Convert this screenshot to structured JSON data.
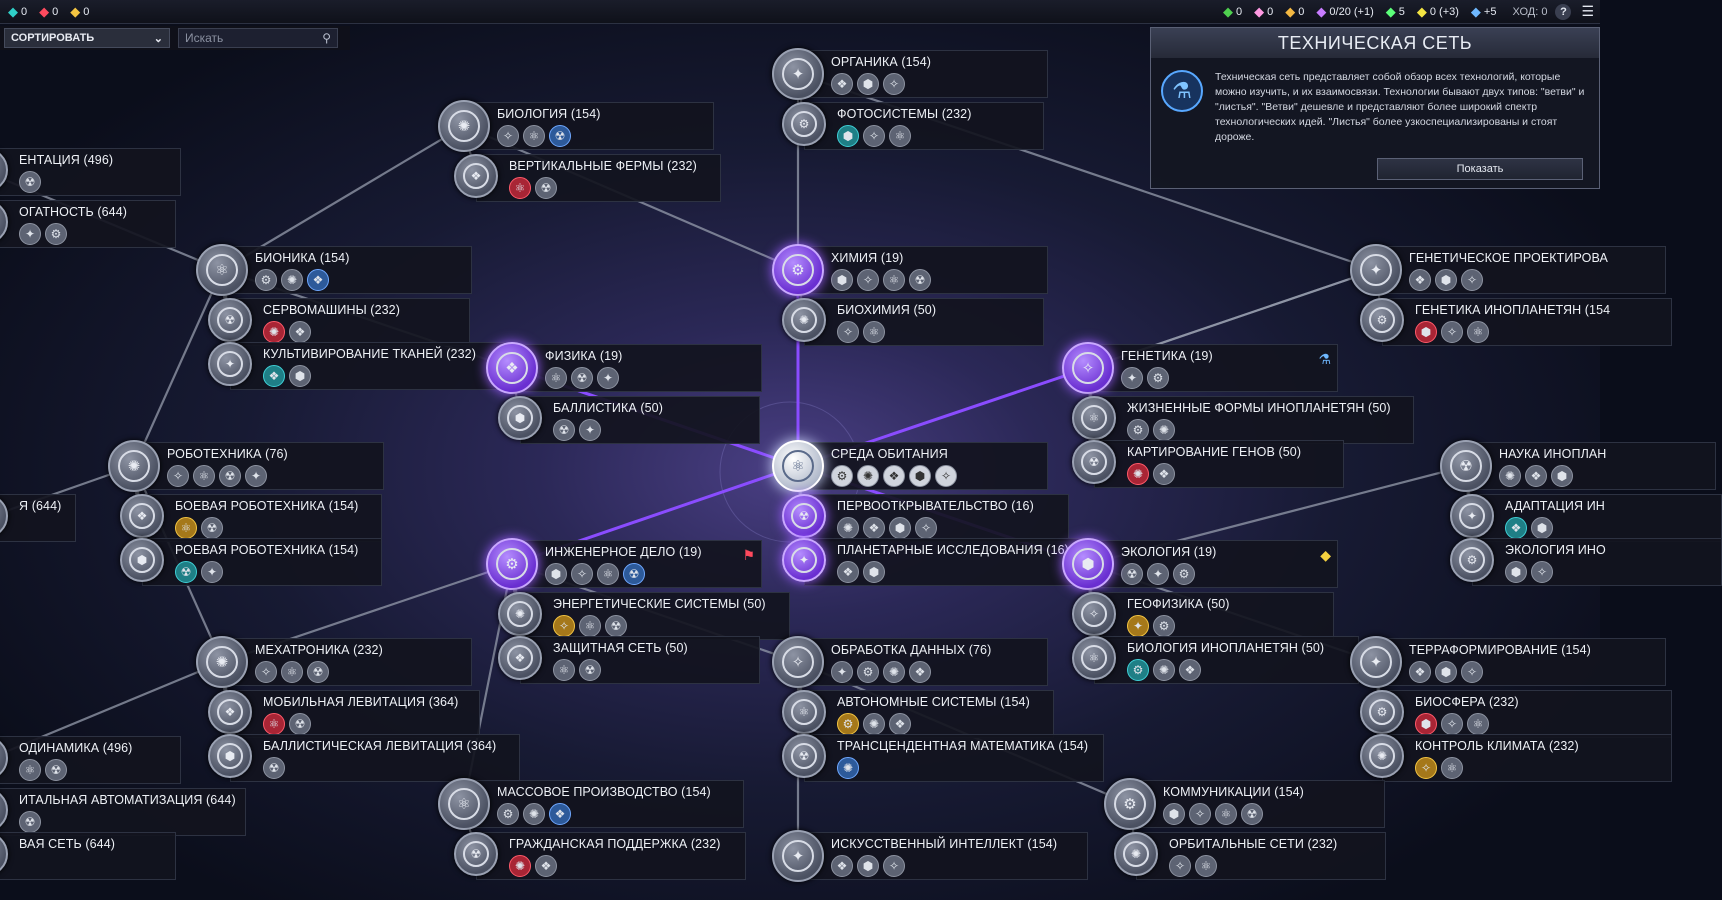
{
  "topbar": {
    "left": [
      {
        "icon": "energy-icon",
        "value": "0"
      },
      {
        "icon": "culture-icon",
        "value": "0"
      },
      {
        "icon": "affinity-icon",
        "value": "0"
      }
    ],
    "right": [
      {
        "icon": "strategic-resource-icon",
        "value": "0"
      },
      {
        "icon": "xenomass-icon",
        "value": "0"
      },
      {
        "icon": "firaxite-icon",
        "value": "0"
      },
      {
        "icon": "population-icon",
        "value": "0/20 (+1)"
      },
      {
        "icon": "health-icon",
        "value": "5"
      },
      {
        "icon": "energy-income-icon",
        "value": "0 (+3)"
      },
      {
        "icon": "science-icon",
        "value": "+5"
      }
    ],
    "turn": "ХОД: 0",
    "help": "?"
  },
  "sort": {
    "label": "СОРТИРОВАТЬ"
  },
  "search": {
    "placeholder": "Искать"
  },
  "info": {
    "title": "ТЕХНИЧЕСКАЯ СЕТЬ",
    "text": "Техническая сеть представляет собой обзор всех технологий, которые можно изучить, и их взаимосвязи. Технологии бывают двух типов: \"ветви\" и \"листья\". \"Ветви\" дешевле и представляют более широкий спектр технологических идей. \"Листья\" более узкоспециализированы и стоят дороже.",
    "button": "Показать"
  },
  "nodes": [
    {
      "id": "organika",
      "title": "ОРГАНИКА (154)",
      "icons": [
        "g",
        "g",
        "g"
      ],
      "type": "branch"
    },
    {
      "id": "fotosistemy",
      "title": "ФОТОСИСТЕМЫ (232)",
      "icons": [
        "teal",
        "g",
        "g"
      ],
      "type": "leaf"
    },
    {
      "id": "biologiya",
      "title": "БИОЛОГИЯ (154)",
      "icons": [
        "g",
        "g",
        "blue"
      ],
      "type": "branch"
    },
    {
      "id": "vert-fermy",
      "title": "ВЕРТИКАЛЬНЫЕ ФЕРМЫ (232)",
      "icons": [
        "red",
        "g"
      ],
      "type": "leaf"
    },
    {
      "id": "orientaciya",
      "title": "ЕНТАЦИЯ (496)",
      "icons": [
        "g"
      ],
      "type": "leaf"
    },
    {
      "id": "bogatost",
      "title": "ОГАТНОСТЬ (644)",
      "icons": [
        "g",
        "g"
      ],
      "type": "leaf"
    },
    {
      "id": "bionika",
      "title": "БИОНИКА (154)",
      "icons": [
        "g",
        "g",
        "blue"
      ],
      "type": "branch"
    },
    {
      "id": "servomashiny",
      "title": "СЕРВОМАШИНЫ (232)",
      "icons": [
        "red",
        "g"
      ],
      "type": "leaf"
    },
    {
      "id": "kultivirovanie",
      "title": "КУЛЬТИВИРОВАНИЕ ТКАНЕЙ (232)",
      "icons": [
        "teal",
        "g"
      ],
      "type": "leaf"
    },
    {
      "id": "himiya",
      "title": "ХИМИЯ (19)",
      "icons": [
        "g",
        "g",
        "g",
        "g"
      ],
      "type": "branch",
      "state": "purple"
    },
    {
      "id": "biohimiya",
      "title": "БИОХИМИЯ (50)",
      "icons": [
        "g",
        "g"
      ],
      "type": "leaf"
    },
    {
      "id": "fizika",
      "title": "ФИЗИКА (19)",
      "icons": [
        "g",
        "g",
        "g"
      ],
      "type": "branch",
      "state": "purple"
    },
    {
      "id": "ballistika",
      "title": "БАЛЛИСТИКА (50)",
      "icons": [
        "g",
        "g"
      ],
      "type": "leaf"
    },
    {
      "id": "genetika",
      "title": "ГЕНЕТИКА (19)",
      "icons": [
        "g",
        "g"
      ],
      "type": "branch",
      "state": "purple",
      "badge": "flask"
    },
    {
      "id": "zhizn-formy",
      "title": "ЖИЗНЕННЫЕ ФОРМЫ ИНОПЛАНЕТЯН (50)",
      "icons": [
        "g",
        "g"
      ],
      "type": "leaf"
    },
    {
      "id": "kartirovanie",
      "title": "КАРТИРОВАНИЕ ГЕНОВ (50)",
      "icons": [
        "red",
        "g"
      ],
      "type": "leaf"
    },
    {
      "id": "genet-proekt",
      "title": "ГЕНЕТИЧЕСКОЕ ПРОЕКТИРОВА",
      "icons": [
        "g",
        "g",
        "g"
      ],
      "type": "branch"
    },
    {
      "id": "genet-inoplan",
      "title": "ГЕНЕТИКА ИНОПЛАНЕТЯН (154",
      "icons": [
        "red",
        "g",
        "g"
      ],
      "type": "leaf"
    },
    {
      "id": "robotehnika",
      "title": "РОБОТЕХНИКА (76)",
      "icons": [
        "g",
        "g",
        "g",
        "g"
      ],
      "type": "branch"
    },
    {
      "id": "boevaya-rob",
      "title": "БОЕВАЯ РОБОТЕХНИКА (154)",
      "icons": [
        "gold",
        "g"
      ],
      "type": "leaf"
    },
    {
      "id": "roevaya-rob",
      "title": "РОЕВАЯ РОБОТЕХНИКА (154)",
      "icons": [
        "teal",
        "g"
      ],
      "type": "leaf"
    },
    {
      "id": "left-644",
      "title": "Я (644)",
      "icons": [],
      "type": "leaf"
    },
    {
      "id": "sreda",
      "title": "СРЕДА ОБИТАНИЯ",
      "icons": [
        "white",
        "white",
        "white",
        "white",
        "white"
      ],
      "type": "branch",
      "state": "white"
    },
    {
      "id": "pervootkr",
      "title": "ПЕРВООТКРЫВАТЕЛЬСТВО (16)",
      "icons": [
        "g",
        "g",
        "g",
        "g"
      ],
      "type": "leaf",
      "state": "purple"
    },
    {
      "id": "planet-issl",
      "title": "ПЛАНЕТАРНЫЕ ИССЛЕДОВАНИЯ (16)",
      "icons": [
        "g",
        "g"
      ],
      "type": "leaf",
      "state": "purple"
    },
    {
      "id": "inzhener",
      "title": "ИНЖЕНЕРНОЕ ДЕЛО (19)",
      "icons": [
        "g",
        "g",
        "g",
        "blue"
      ],
      "type": "branch",
      "state": "purple",
      "badge": "red-flag"
    },
    {
      "id": "energ-sist",
      "title": "ЭНЕРГЕТИЧЕСКИЕ СИСТЕМЫ (50)",
      "icons": [
        "gold",
        "g",
        "g"
      ],
      "type": "leaf"
    },
    {
      "id": "zasch-set",
      "title": "ЗАЩИТНАЯ СЕТЬ (50)",
      "icons": [
        "g",
        "g"
      ],
      "type": "leaf"
    },
    {
      "id": "ekologiya",
      "title": "ЭКОЛОГИЯ (19)",
      "icons": [
        "g",
        "g",
        "g"
      ],
      "type": "branch",
      "state": "purple",
      "badge": "gold-gem"
    },
    {
      "id": "geofizika",
      "title": "ГЕОФИЗИКА (50)",
      "icons": [
        "gold",
        "g"
      ],
      "type": "leaf"
    },
    {
      "id": "bio-inoplan",
      "title": "БИОЛОГИЯ ИНОПЛАНЕТЯН (50)",
      "icons": [
        "teal",
        "g",
        "g"
      ],
      "type": "leaf"
    },
    {
      "id": "nauka-inoplan",
      "title": "НАУКА ИНОПЛАН",
      "icons": [
        "g",
        "g",
        "g"
      ],
      "type": "branch"
    },
    {
      "id": "adaptaciya",
      "title": "АДАПТАЦИЯ ИН",
      "icons": [
        "teal",
        "g"
      ],
      "type": "leaf"
    },
    {
      "id": "ekologiya-ino",
      "title": "ЭКОЛОГИЯ ИНО",
      "icons": [
        "g",
        "g"
      ],
      "type": "leaf"
    },
    {
      "id": "mehatronika",
      "title": "МЕХАТРОНИКА (232)",
      "icons": [
        "g",
        "g",
        "g"
      ],
      "type": "branch"
    },
    {
      "id": "mob-levit",
      "title": "МОБИЛЬНАЯ ЛЕВИТАЦИЯ (364)",
      "icons": [
        "red",
        "g"
      ],
      "type": "leaf"
    },
    {
      "id": "ball-levit",
      "title": "БАЛЛИСТИЧЕСКАЯ ЛЕВИТАЦИЯ (364)",
      "icons": [
        "g"
      ],
      "type": "leaf"
    },
    {
      "id": "obrabotka",
      "title": "ОБРАБОТКА ДАННЫХ (76)",
      "icons": [
        "g",
        "g",
        "g",
        "g"
      ],
      "type": "branch"
    },
    {
      "id": "avtonom",
      "title": "АВТОНОМНЫЕ СИСТЕМЫ (154)",
      "icons": [
        "gold",
        "g",
        "g"
      ],
      "type": "leaf"
    },
    {
      "id": "transcend",
      "title": "ТРАНСЦЕНДЕНТНАЯ МАТЕМАТИКА (154)",
      "icons": [
        "blue"
      ],
      "type": "leaf"
    },
    {
      "id": "teraform",
      "title": "ТЕРРАФОРМИРОВАНИЕ (154)",
      "icons": [
        "g",
        "g",
        "g"
      ],
      "type": "branch"
    },
    {
      "id": "biosfera",
      "title": "БИОСФЕРА (232)",
      "icons": [
        "red",
        "g",
        "g"
      ],
      "type": "leaf"
    },
    {
      "id": "kontrol-klim",
      "title": "КОНТРОЛЬ КЛИМАТА (232)",
      "icons": [
        "gold",
        "g"
      ],
      "type": "leaf"
    },
    {
      "id": "aerodinamika",
      "title": "ОДИНАМИКА (496)",
      "icons": [
        "g",
        "g"
      ],
      "type": "leaf"
    },
    {
      "id": "tot-avtomat",
      "title": "ИТАЛЬНАЯ АВТОМАТИЗАЦИЯ (644)",
      "icons": [
        "g"
      ],
      "type": "leaf"
    },
    {
      "id": "vaya-set",
      "title": "ВАЯ СЕТЬ (644)",
      "icons": [],
      "type": "leaf"
    },
    {
      "id": "massovoe",
      "title": "МАССОВОЕ ПРОИЗВОДСТВО (154)",
      "icons": [
        "g",
        "g",
        "blue"
      ],
      "type": "branch"
    },
    {
      "id": "grazhd",
      "title": "ГРАЖДАНСКАЯ ПОДДЕРЖКА (232)",
      "icons": [
        "red",
        "g"
      ],
      "type": "leaf"
    },
    {
      "id": "iskusstv",
      "title": "ИСКУССТВЕННЫЙ ИНТЕЛЛЕКТ (154)",
      "icons": [
        "g",
        "g",
        "g"
      ],
      "type": "branch"
    },
    {
      "id": "kommunik",
      "title": "КОММУНИКАЦИИ (154)",
      "icons": [
        "g",
        "g",
        "g",
        "g"
      ],
      "type": "branch"
    },
    {
      "id": "orbit-seti",
      "title": "ОРБИТАЛЬНЫЕ СЕТИ (232)",
      "icons": [
        "g",
        "g"
      ],
      "type": "leaf"
    }
  ]
}
